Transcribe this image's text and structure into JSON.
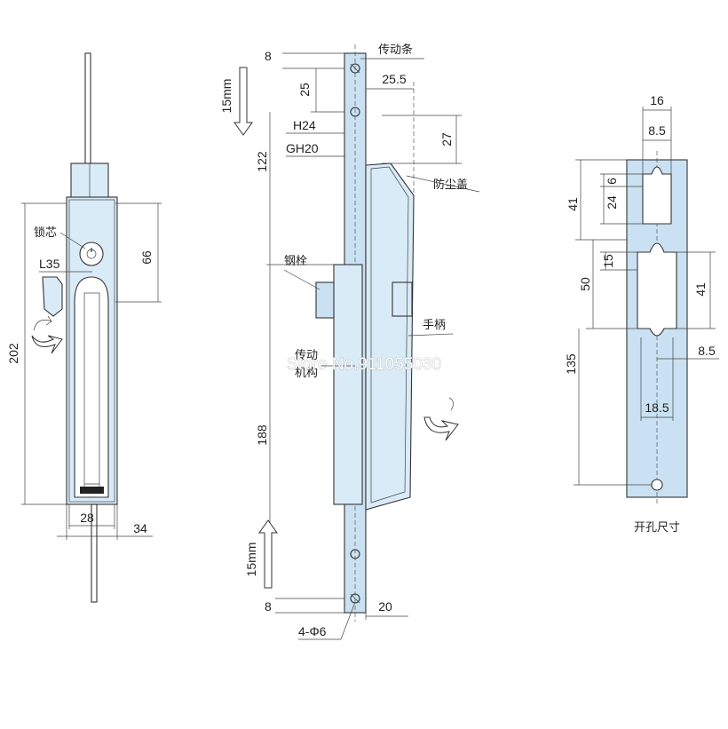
{
  "left_view": {
    "lock_core": "锁芯",
    "dim_L35": "L35",
    "dim_66": "66",
    "dim_202": "202",
    "dim_28": "28",
    "dim_34": "34"
  },
  "middle_view": {
    "transmission_bar": "传动条",
    "dim_8_top": "8",
    "dim_25": "25",
    "dim_25_5": "25.5",
    "arrow_top": "15mm",
    "dim_H24": "H24",
    "dim_27": "27",
    "dim_GH20": "GH20",
    "dim_122": "122",
    "dust_cover": "防尘盖",
    "steel_bolt": "钢栓",
    "handle": "手柄",
    "mechanism_line1": "传动",
    "mechanism_line2": "机构",
    "dim_188": "188",
    "arrow_bottom": "15mm",
    "dim_8_bottom": "8",
    "dim_20": "20",
    "holes": "4-Φ6"
  },
  "right_view": {
    "dim_16": "16",
    "dim_8_5_top": "8.5",
    "dim_6": "6",
    "dim_24": "24",
    "dim_41_left": "41",
    "dim_15": "15",
    "dim_50": "50",
    "dim_41_right": "41",
    "dim_135": "135",
    "dim_8_5_right": "8.5",
    "dim_18_5": "18.5",
    "caption": "开孔尺寸"
  },
  "watermark": "Store No.911055030"
}
